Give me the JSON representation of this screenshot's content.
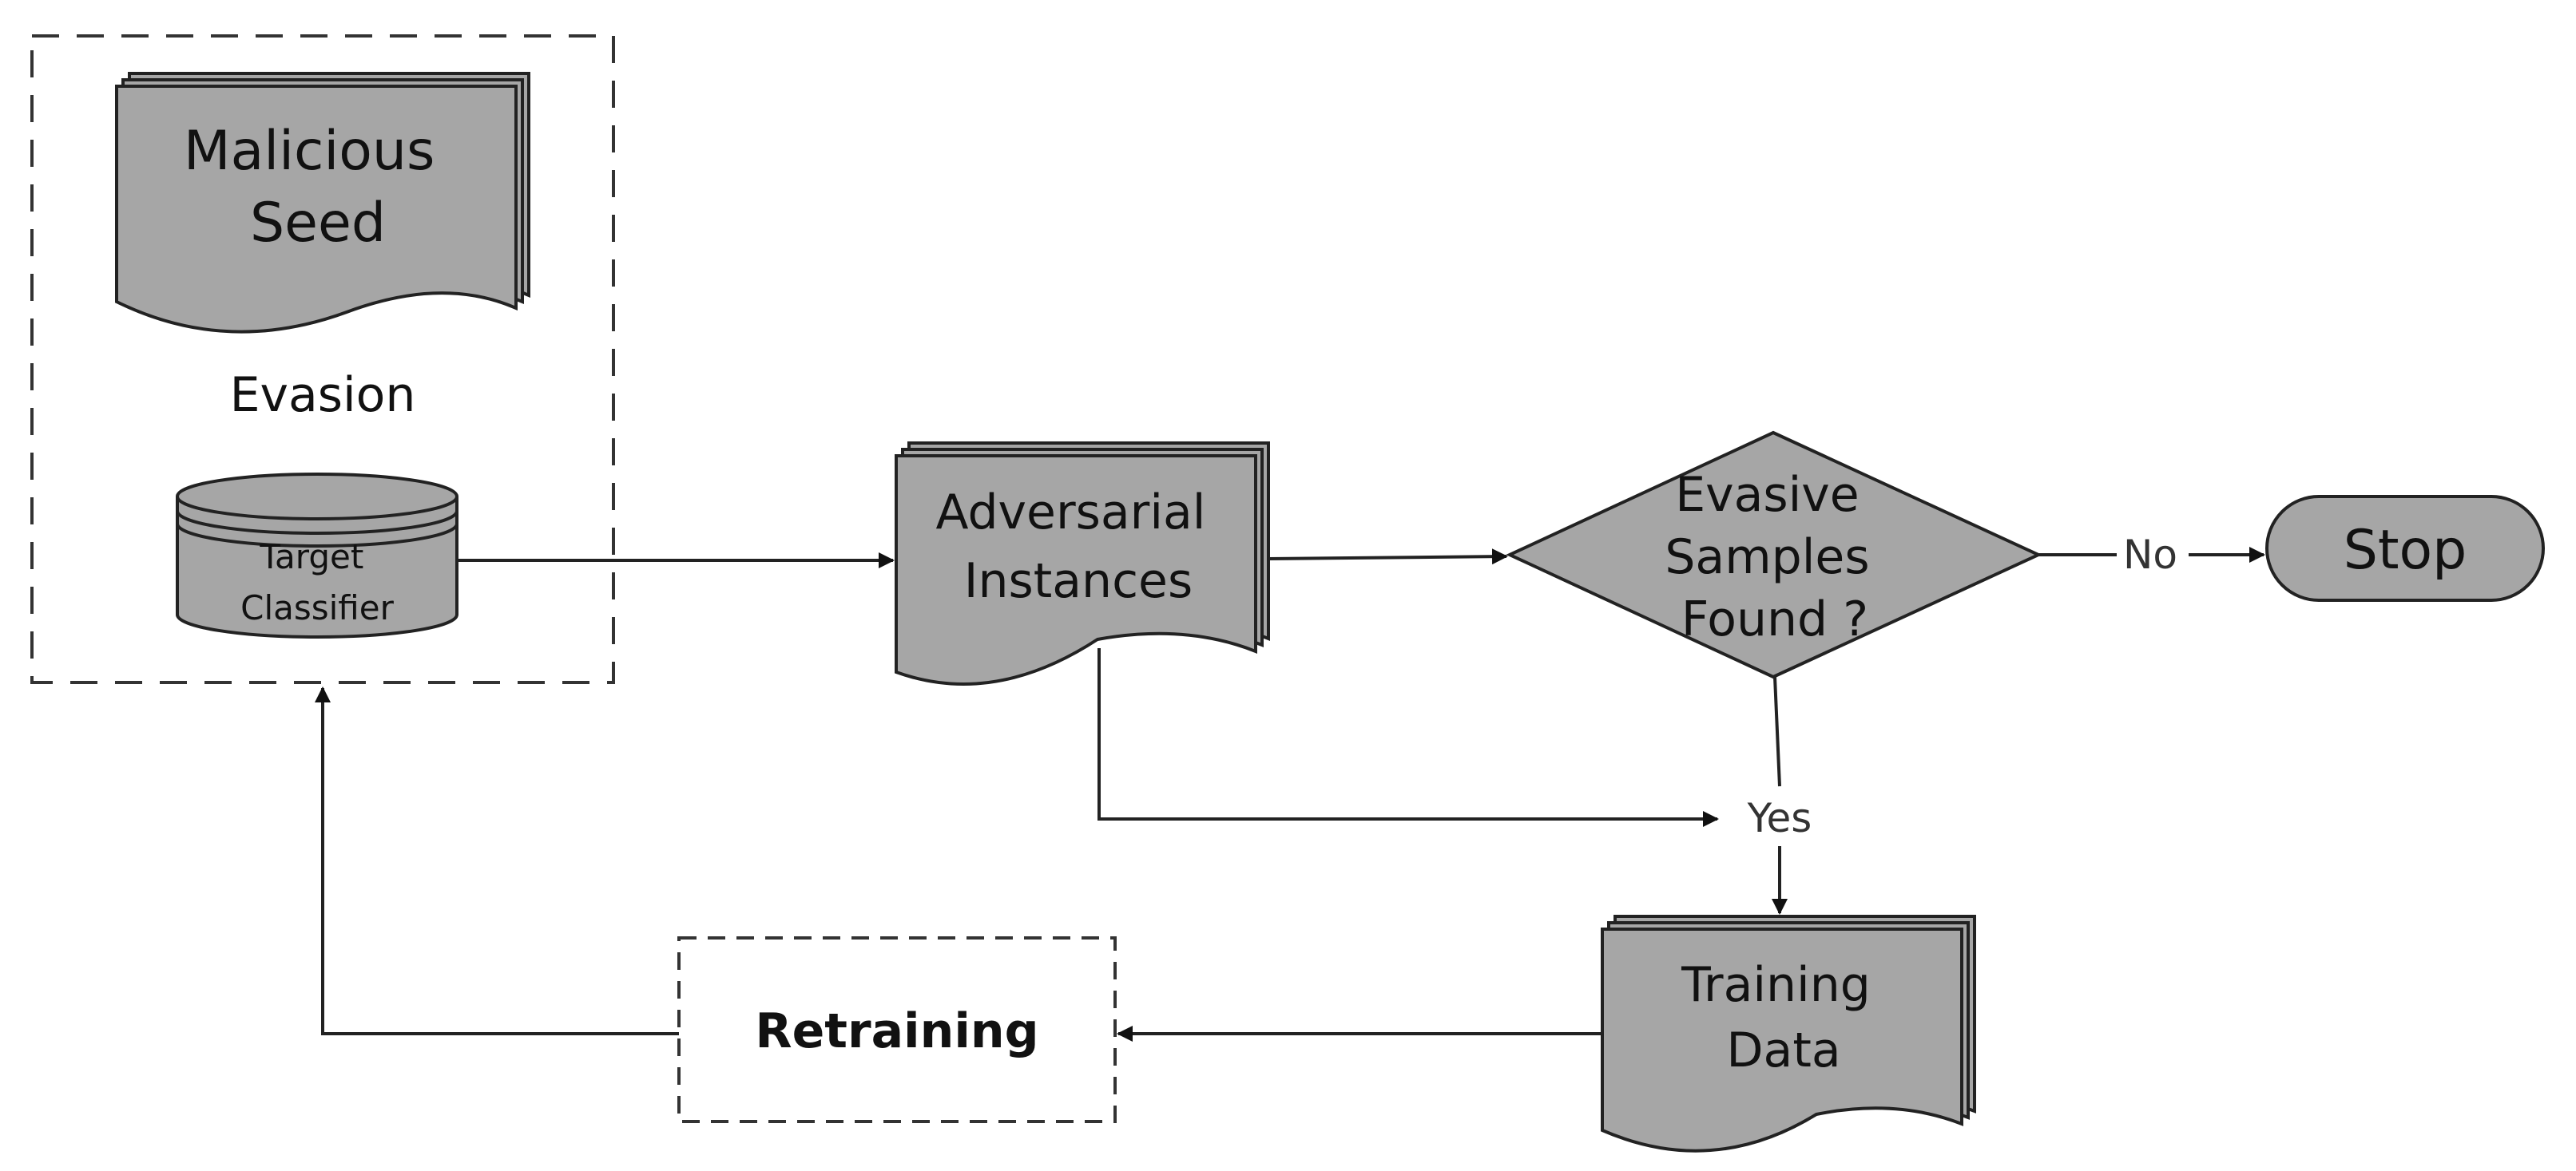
{
  "diagram": {
    "group": {
      "label": "Evasion"
    },
    "nodes": {
      "malicious_seed": {
        "lines": [
          "Malicious",
          "Seed"
        ]
      },
      "target_classifier": {
        "lines": [
          "Target",
          "Classifier"
        ]
      },
      "adversarial_instances": {
        "lines": [
          "Adversarial",
          "Instances"
        ]
      },
      "decision": {
        "lines": [
          "Evasive",
          "Samples",
          "Found ?"
        ]
      },
      "stop": {
        "label": "Stop"
      },
      "training_data": {
        "lines": [
          "Training",
          "Data"
        ]
      },
      "retraining": {
        "label": "Retraining"
      }
    },
    "edges": {
      "no": {
        "label": "No"
      },
      "yes": {
        "label": "Yes"
      }
    }
  },
  "colors": {
    "node_fill": "#a6a6a6",
    "stroke": "#222222",
    "background": "#ffffff"
  }
}
